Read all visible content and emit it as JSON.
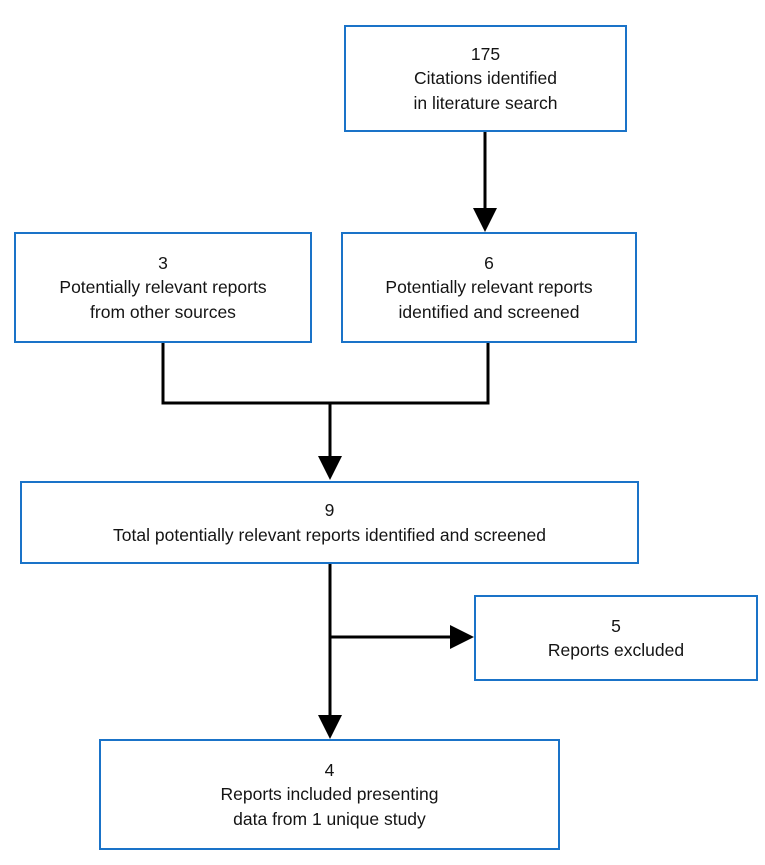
{
  "diagram": {
    "type": "prisma-study-selection-flowchart",
    "accent_color": "#1a73c8",
    "connector_color": "#000000",
    "background_color": "#ffffff",
    "nodes": [
      {
        "id": "citations",
        "count": "175",
        "label": "Citations identified\nin literature search"
      },
      {
        "id": "other_sources",
        "count": "3",
        "label": "Potentially relevant reports\nfrom other sources"
      },
      {
        "id": "screened",
        "count": "6",
        "label": "Potentially relevant reports\nidentified and screened"
      },
      {
        "id": "total",
        "count": "9",
        "label": "Total potentially relevant reports identified and screened"
      },
      {
        "id": "excluded",
        "count": "5",
        "label": "Reports excluded"
      },
      {
        "id": "included",
        "count": "4",
        "label": "Reports included presenting\ndata from 1 unique study"
      }
    ],
    "edges": [
      {
        "id": "citations-to-screened",
        "from": "citations",
        "to": "screened",
        "arrow": "down"
      },
      {
        "id": "other-sources-to-total",
        "from": "other_sources",
        "to": "total",
        "arrow": "down"
      },
      {
        "id": "screened-to-total",
        "from": "screened",
        "to": "total",
        "arrow": "down"
      },
      {
        "id": "total-to-excluded",
        "from": "total",
        "to": "excluded",
        "arrow": "right"
      },
      {
        "id": "total-to-included",
        "from": "total",
        "to": "included",
        "arrow": "down"
      }
    ]
  }
}
